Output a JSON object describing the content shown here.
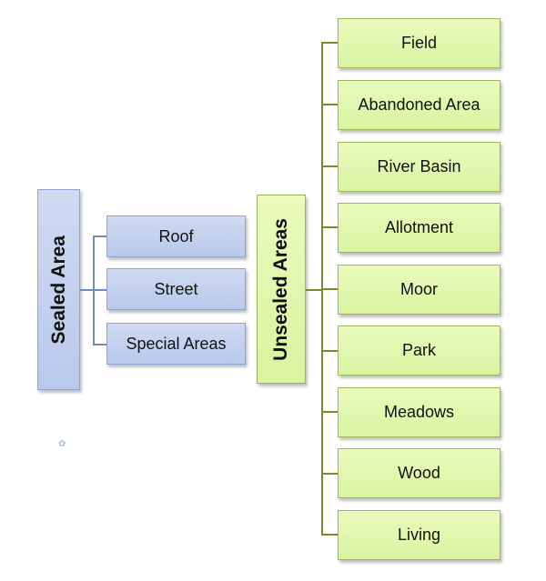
{
  "sealed": {
    "title": "Sealed Area",
    "items": [
      "Roof",
      "Street",
      "Special Areas"
    ]
  },
  "unsealed": {
    "title": "Unsealed Areas",
    "items": [
      "Field",
      "Abandoned Area",
      "River Basin",
      "Allotment",
      "Moor",
      "Park",
      "Meadows",
      "Wood",
      "Living"
    ]
  },
  "colors": {
    "sealed_fill": "#c4d3ef",
    "sealed_line": "#6e8cc4",
    "unsealed_fill": "#e2f8ad",
    "unsealed_line": "#7a8a2a"
  }
}
